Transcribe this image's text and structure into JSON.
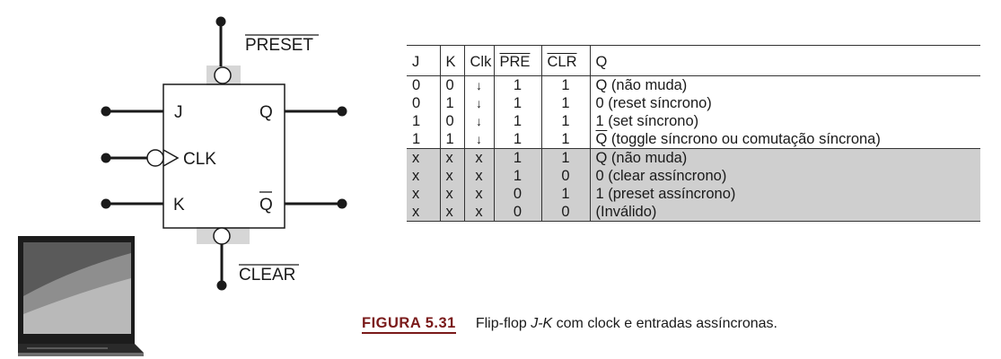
{
  "diagram": {
    "preset_label": "PRESET",
    "clear_label": "CLEAR",
    "pin_j": "J",
    "pin_k": "K",
    "pin_clk": "CLK",
    "pin_q": "Q",
    "pin_qbar": "Q"
  },
  "table": {
    "headers": [
      "J",
      "K",
      "Clk",
      "PRE",
      "CLR",
      "Q"
    ],
    "rows": [
      [
        "0",
        "0",
        "↓",
        "1",
        "1",
        "Q (não muda)"
      ],
      [
        "0",
        "1",
        "↓",
        "1",
        "1",
        "0 (reset síncrono)"
      ],
      [
        "1",
        "0",
        "↓",
        "1",
        "1",
        "1 (set síncrono)"
      ],
      [
        "1",
        "1",
        "↓",
        "1",
        "1",
        "Q (toggle síncrono ou comutação síncrona)"
      ],
      [
        "x",
        "x",
        "x",
        "1",
        "1",
        "Q (não muda)"
      ],
      [
        "x",
        "x",
        "x",
        "1",
        "0",
        "0 (clear assíncrono)"
      ],
      [
        "x",
        "x",
        "x",
        "0",
        "1",
        "1 (preset assíncrono)"
      ],
      [
        "x",
        "x",
        "x",
        "0",
        "0",
        "(Inválido)"
      ]
    ]
  },
  "caption": {
    "label": "FIGURA 5.31",
    "text_before": "Flip-flop ",
    "text_em": "J-K",
    "text_after": " com clock e entradas assíncronas."
  },
  "colors": {
    "async_shade": "#cfcfcf",
    "bubble_shade": "#d6d6d6",
    "caption_label": "#7a1a1a"
  }
}
